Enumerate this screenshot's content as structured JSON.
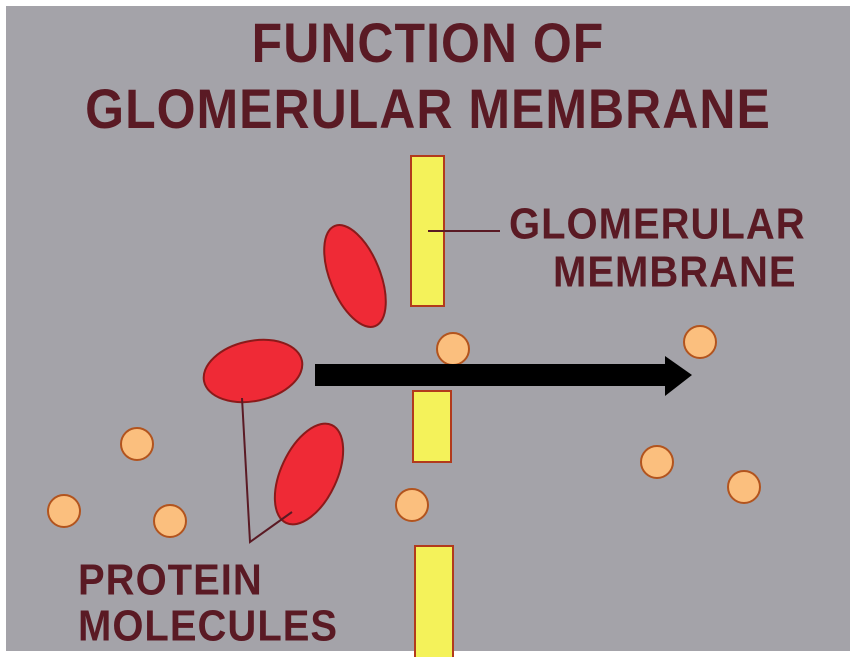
{
  "title": {
    "line1": "FUNCTION OF",
    "line2": "GLOMERULAR MEMBRANE"
  },
  "labels": {
    "membrane_line1": "GLOMERULAR",
    "membrane_line2": "MEMBRANE",
    "protein_line1": "PROTEIN",
    "protein_line2": "MOLECULES"
  },
  "colors": {
    "background": "#a4a3a9",
    "text": "#5a1a24",
    "membrane": "#f4f25a",
    "protein": "#ef2a36",
    "small_molecule": "#fbbf7e",
    "arrow": "#000000"
  }
}
